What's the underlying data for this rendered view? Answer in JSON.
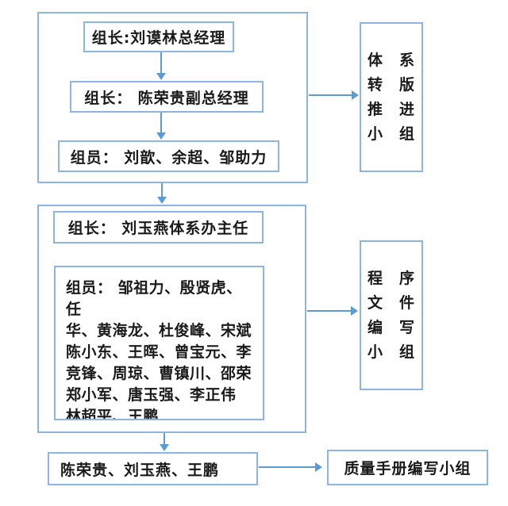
{
  "colors": {
    "border": "#8eb4e3",
    "arrow": "#5b9bd5",
    "text": "#1a1a1a",
    "background": "#ffffff"
  },
  "group1": {
    "leader1": "组长:刘谟林总经理",
    "leader2": "组长： 陈荣贵副总经理",
    "members": "组员： 刘歆、余超、邹助力",
    "team": {
      "name": "体系转版推进小组",
      "lines": [
        "体　系",
        "转　版",
        "推　进",
        "小　组"
      ]
    }
  },
  "group2": {
    "leader": "组长： 刘玉燕体系办主任",
    "members_lines": [
      "组员： 邹祖力、殷贤虎、任",
      "华、黄海龙、杜俊峰、宋斌",
      "陈小东、王晖、曾宝元、李",
      "竞锋、周琼、曹镇川、邵荣",
      "郑小军、唐玉强、李正伟",
      "林超平、王鹏"
    ],
    "team": {
      "name": "程序文件编写小组",
      "lines": [
        "程　序",
        "文　件",
        "编　写",
        "小　组"
      ]
    }
  },
  "group3": {
    "members": "陈荣贵、刘玉燕、王鹏",
    "team": "质量手册编写小组"
  }
}
